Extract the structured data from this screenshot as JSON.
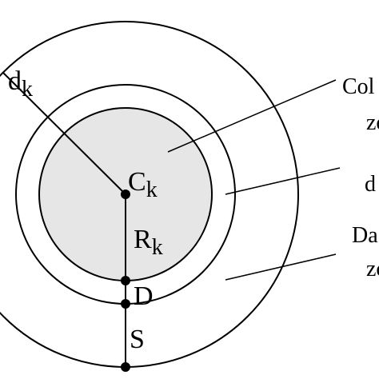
{
  "colors": {
    "stroke": "#000000",
    "core_fill": "#e6e6e6",
    "background": "#ffffff"
  },
  "labels": {
    "d_main": "d",
    "d_sub": "k",
    "c_main": "C",
    "c_sub": "k",
    "r_main": "R",
    "r_sub": "k",
    "d_point": "D",
    "s_segment": "S"
  },
  "callouts": [
    {
      "line1": "Col",
      "line2": "zo"
    },
    {
      "line1": "d",
      "line2": ""
    },
    {
      "line1": "Da",
      "line2": "zo"
    }
  ]
}
